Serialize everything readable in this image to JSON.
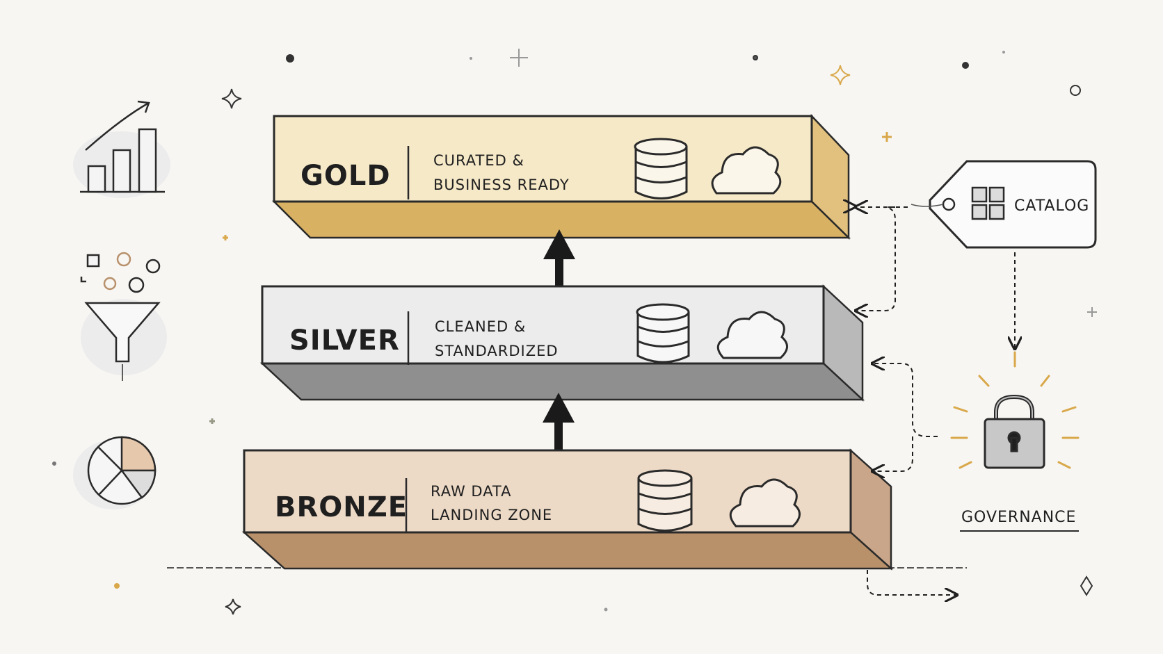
{
  "layers": [
    {
      "name": "GOLD",
      "line1": "CURATED &",
      "line2": "BUSINESS READY",
      "fill": "#f6e9c8",
      "side": "#e2c17e"
    },
    {
      "name": "SILVER",
      "line1": "CLEANED &",
      "line2": "STANDARDIZED",
      "fill": "#ececec",
      "side": "#b9b9b9"
    },
    {
      "name": "BRONZE",
      "line1": "RAW DATA",
      "line2": "LANDING ZONE",
      "fill": "#ecd9c6",
      "side": "#c9a68a"
    }
  ],
  "catalog": {
    "label": "CATALOG"
  },
  "governance": {
    "label": "GOVERNANCE"
  },
  "colors": {
    "ink": "#1f1f1f",
    "accent": "#d9a84a",
    "background": "#f7f6f3"
  },
  "icons": [
    "bar-chart-icon",
    "funnel-icon",
    "pie-chart-icon",
    "database-icon",
    "cloud-icon",
    "tag-icon",
    "grid-icon",
    "lock-icon"
  ]
}
